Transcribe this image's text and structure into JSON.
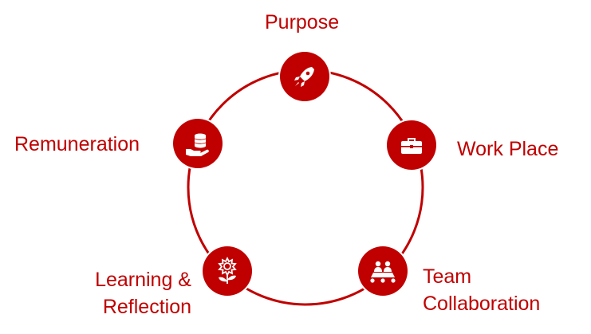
{
  "theme": {
    "accent": "#c00000"
  },
  "diagram": {
    "items": [
      {
        "label": "Purpose",
        "icon": "rocket-icon"
      },
      {
        "label": "Work Place",
        "icon": "briefcase-icon"
      },
      {
        "label": "Team\nCollaboration",
        "icon": "meeting-table-icon"
      },
      {
        "label": "Learning &\nReflection",
        "icon": "flower-icon"
      },
      {
        "label": "Remuneration",
        "icon": "coins-in-hand-icon"
      }
    ]
  }
}
